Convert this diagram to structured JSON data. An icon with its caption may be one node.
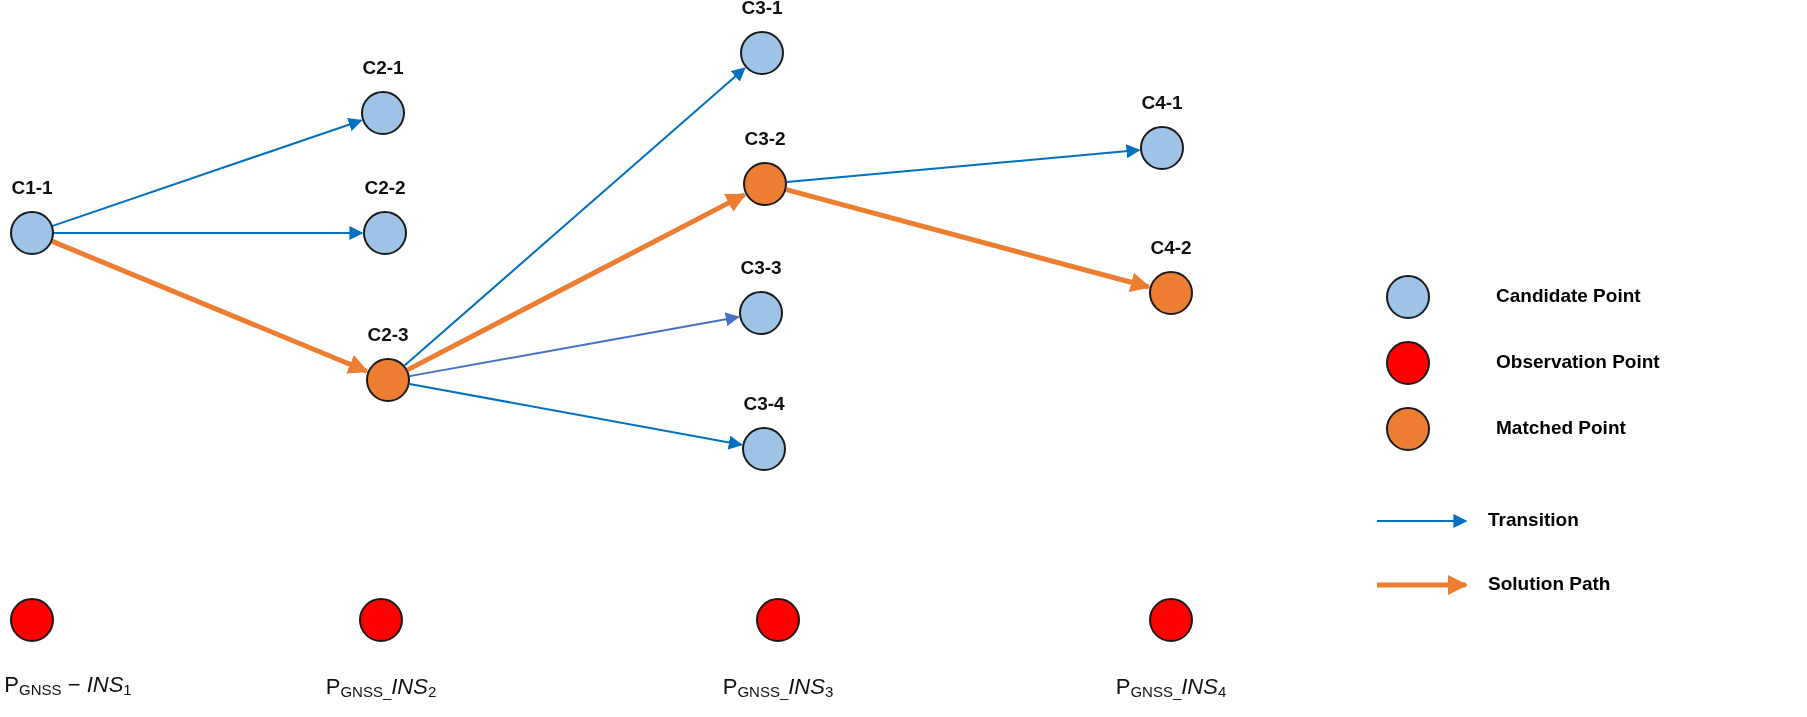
{
  "diagram": {
    "nodes": [
      {
        "text": [
          "C1-1"
        ]
      },
      {
        "text": [
          "C2-1"
        ]
      },
      {
        "text": [
          "C2-2"
        ]
      },
      {
        "text": [
          "C2-3"
        ]
      },
      {
        "text": [
          "C3-1"
        ]
      },
      {
        "text": [
          "C3-2"
        ]
      },
      {
        "text": [
          "C3-3"
        ]
      },
      {
        "text": [
          "C3-4"
        ]
      },
      {
        "text": [
          "C4-1"
        ]
      },
      {
        "text": [
          "C4-2"
        ]
      },
      {
        "text": [
          "P$_{GNSS}$ − *INS*$_{1}$"
        ]
      },
      {
        "text": [
          "P$_{GNSS_}$*INS*$_{2}$"
        ]
      },
      {
        "text": [
          "P$_{GNSS_}$*INS*$_{3}$"
        ]
      },
      {
        "text": [
          "P$_{GNSS_}$*INS*$_{4}$"
        ]
      }
    ],
    "edges": [
      {
        "from": 0,
        "to": 1,
        "arrow": "to"
      },
      {
        "from": 0,
        "to": 2,
        "arrow": "to"
      },
      {
        "from": 0,
        "to": 3,
        "arrow": "to",
        "style": "thick",
        "color": "#ed7d31"
      },
      {
        "from": 3,
        "to": 4,
        "arrow": "to"
      },
      {
        "from": 3,
        "to": 5,
        "arrow": "to",
        "style": "thick",
        "color": "#ed7d31"
      },
      {
        "from": 3,
        "to": 6,
        "arrow": "to",
        "color": "#4472c4"
      },
      {
        "from": 3,
        "to": 7,
        "arrow": "to"
      },
      {
        "from": 5,
        "to": 8,
        "arrow": "to"
      },
      {
        "from": 5,
        "to": 9,
        "arrow": "to",
        "style": "thick",
        "color": "#ed7d31"
      }
    ],
    "legend": [
      {
        "text": "Candidate Point",
        "color": "#9dc3e6"
      },
      {
        "text": "Observation Point",
        "color": "#ff0000"
      },
      {
        "text": "Matched Point",
        "color": "#ed7d31"
      },
      {
        "text": "Transition"
      },
      {
        "text": "Solution Path"
      }
    ]
  }
}
